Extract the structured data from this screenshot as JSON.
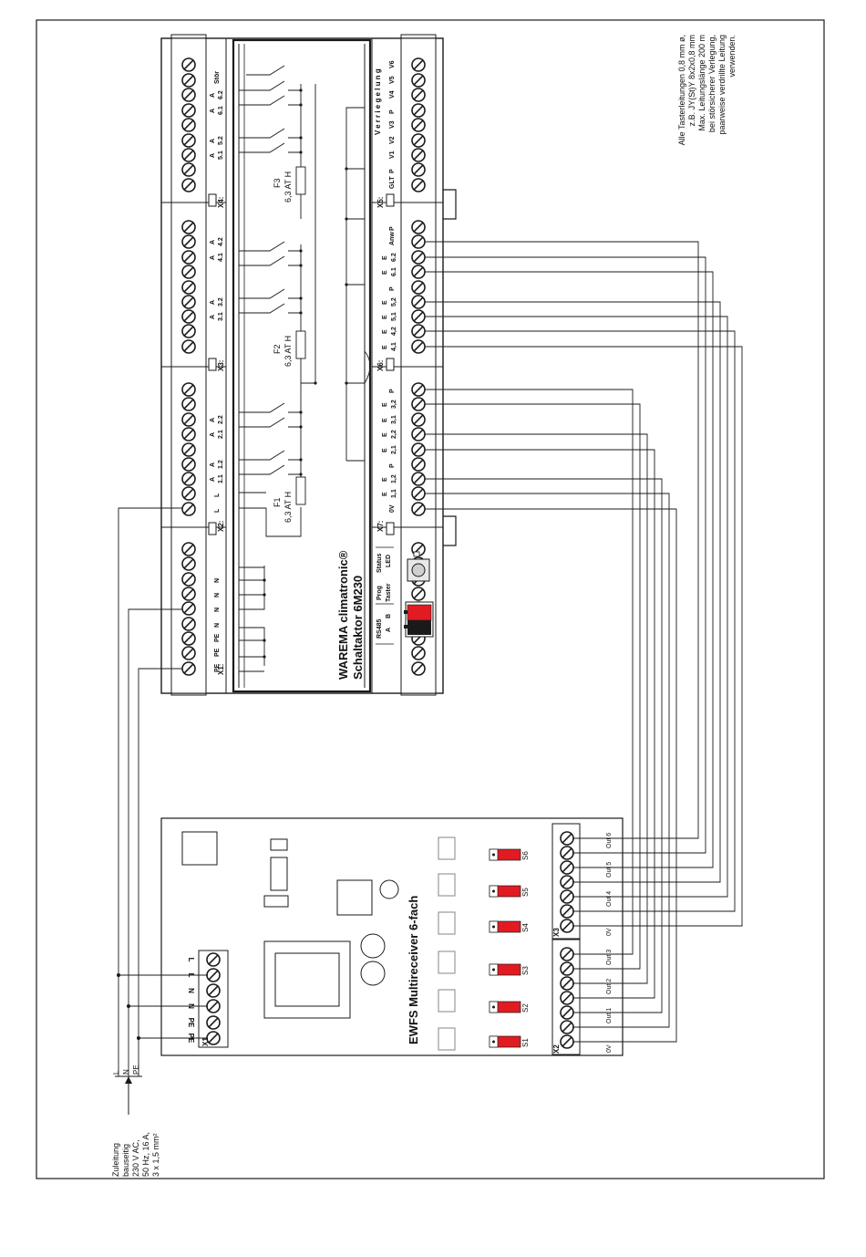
{
  "colors": {
    "line": "#1a1a1a",
    "gray": "#bdbdbd",
    "dip": "#e21b22"
  },
  "note": {
    "lines": [
      "Alle Tasterleitungen 0,8 mm ø,",
      "z.B. JY(St)Y 8x2x0,8 mm",
      "Max. Leitungslänge 200 m",
      "bei störsicherer Verlegung,",
      "paarweise verdrillte Leitung",
      "verwenden."
    ]
  },
  "supply": {
    "label_lines": [
      "Zuleitung",
      "bauseitig",
      "230 V AC,",
      "50 Hz, 16 A,",
      "3 x 1,5 mm²"
    ],
    "wires": [
      "L",
      "N",
      "PE"
    ]
  },
  "actuator": {
    "title": "WAREMA climatronic®",
    "subtitle": "Schaltaktor 6M230",
    "connectors": [
      "X1:",
      "X2:",
      "X3:",
      "X4:",
      "X5:",
      "X6:",
      "X7:"
    ],
    "top_labels": [
      "PE",
      "PE",
      "PE",
      "N",
      "N",
      "N",
      "N",
      "L",
      "L",
      "A 1.1",
      "A 1.2",
      "A 2.1",
      "A 2.2",
      "A 3.1",
      "A 3.2",
      "A 4.1",
      "A 4.2",
      "A 5.1",
      "A 5.2",
      "A 6.1",
      "A 6.2",
      "Stör"
    ],
    "bottom_labels": [
      "0V",
      "E 1,1",
      "E 1,2",
      "P",
      "E 2,1",
      "E 2,2",
      "E 3,1",
      "E 3,2",
      "P",
      "E 4,1",
      "E 4,2",
      "E 5,1",
      "E 5,2",
      "P",
      "E 6.1",
      "E 6.2",
      "Anw",
      "P",
      "GLT",
      "P",
      "V1",
      "V2",
      "V3",
      "P",
      "V4",
      "V5",
      "V6"
    ],
    "fuses": [
      {
        "name": "F1",
        "rating": "6,3 AT H"
      },
      {
        "name": "F2",
        "rating": "6,3 AT H"
      },
      {
        "name": "F3",
        "rating": "6,3 AT H"
      }
    ],
    "verriegelung": "Verriegelung",
    "rs485": [
      "RS485",
      "A",
      "B"
    ],
    "prog": [
      "Prog",
      "Taster"
    ],
    "status": [
      "Status",
      "LED"
    ]
  },
  "receiver": {
    "title": "EWFS Multireceiver 6-fach",
    "x1_label": "X1",
    "x1_terminals": [
      "PE",
      "PE",
      "N",
      "N",
      "L",
      "L"
    ],
    "x2_label": "X2",
    "x3_label": "X3",
    "dip_labels": [
      "S1",
      "S2",
      "S3",
      "S4",
      "S5",
      "S6"
    ],
    "outputs": [
      "0V",
      "Out 1",
      "Out 2",
      "Out 3",
      "0V",
      "Out 4",
      "Out 5",
      "Out 6"
    ]
  }
}
